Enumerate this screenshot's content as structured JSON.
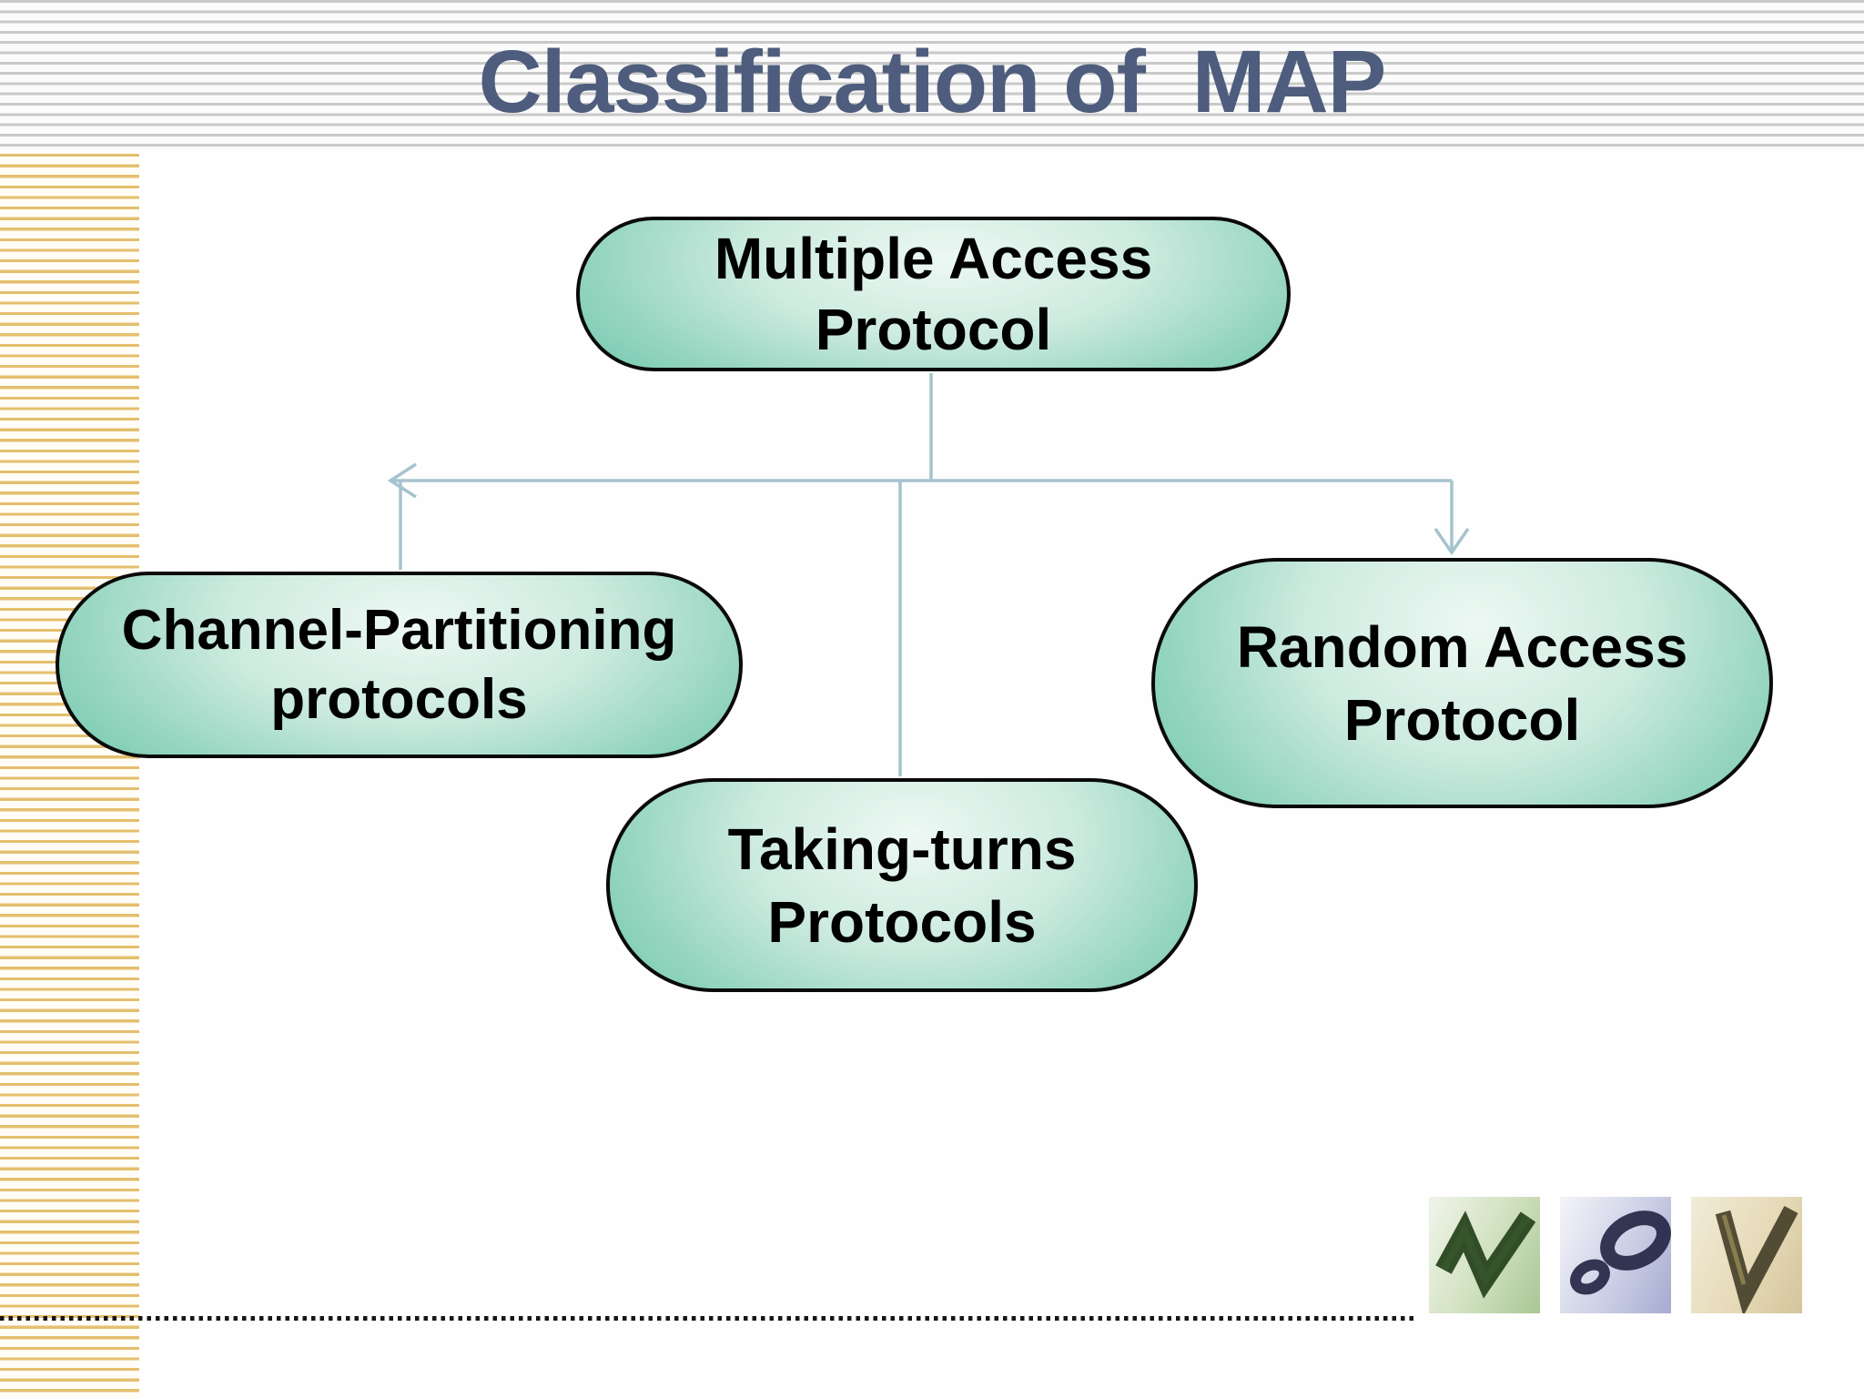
{
  "slide": {
    "title": "Classification of  MAP",
    "nodes": {
      "root": {
        "line1": "Multiple Access",
        "line2": "Protocol"
      },
      "left": {
        "line1": "Channel-Partitioning",
        "line2": "protocols"
      },
      "middle": {
        "line1": "Taking-turns",
        "line2": "Protocols"
      },
      "right": {
        "line1": "Random Access",
        "line2": "Protocol"
      }
    },
    "icons": [
      {
        "name": "green-zigzag-checkmark-photo"
      },
      {
        "name": "blue-rings-photo"
      },
      {
        "name": "tan-v-checkmark-photo"
      }
    ],
    "colors": {
      "title_text": "#4e5d7d",
      "node_fill_dark": "#63c1a6",
      "node_fill_light": "#edf8f3",
      "node_border": "#0a0a0a",
      "node_text": "#000000",
      "connector": "#a5c3ce",
      "top_stripes": "#c9c9c9",
      "left_stripes": "#e4bf6e",
      "dotted_line": "#161616"
    }
  }
}
